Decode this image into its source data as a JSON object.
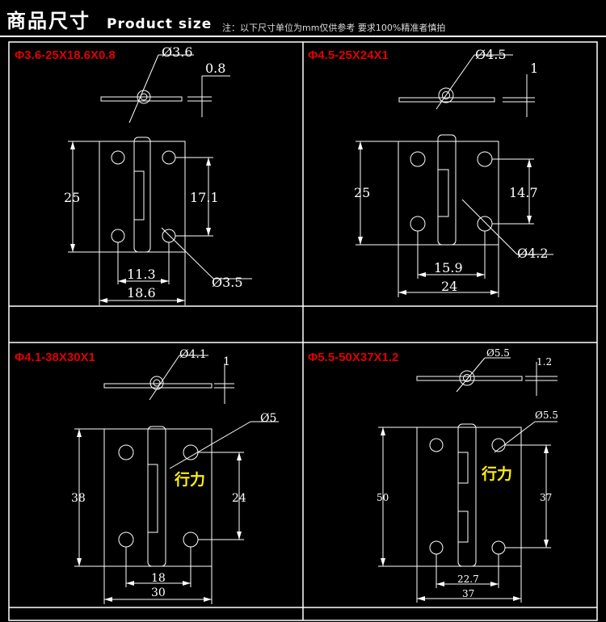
{
  "header": {
    "title_cn": "商品尺寸",
    "title_en": "Product size",
    "note": "注：以下尺寸单位为mm仅供参考 要求100%精准者慎拍"
  },
  "panels": [
    {
      "label": "Φ3.6-25X18.6X0.8",
      "dims": {
        "pin": "Ø3.6",
        "thick": "0.8",
        "height": "25",
        "hole_span": "17.1",
        "inner": "11.3",
        "width": "18.6",
        "hole": "Ø3.5"
      }
    },
    {
      "label": "Φ4.5-25X24X1",
      "dims": {
        "pin": "Ø4.5",
        "thick": "1",
        "height": "25",
        "hole_span": "14.7",
        "inner": "15.9",
        "width": "24",
        "hole": "Ø4.2"
      }
    },
    {
      "label": "Φ4.1-38X30X1",
      "dims": {
        "pin": "Ø4.1",
        "thick": "1",
        "height": "38",
        "hole_span": "24",
        "inner": "18",
        "width": "30",
        "hole": "Ø5"
      },
      "watermark": "行力"
    },
    {
      "label": "Φ5.5-50X37X1.2",
      "dims": {
        "pin": "Ø5.5",
        "thick": "1.2",
        "height": "50",
        "hole_span": "37",
        "inner": "22.7",
        "width": "37",
        "hole": "Ø5.5"
      },
      "watermark": "行力"
    }
  ]
}
